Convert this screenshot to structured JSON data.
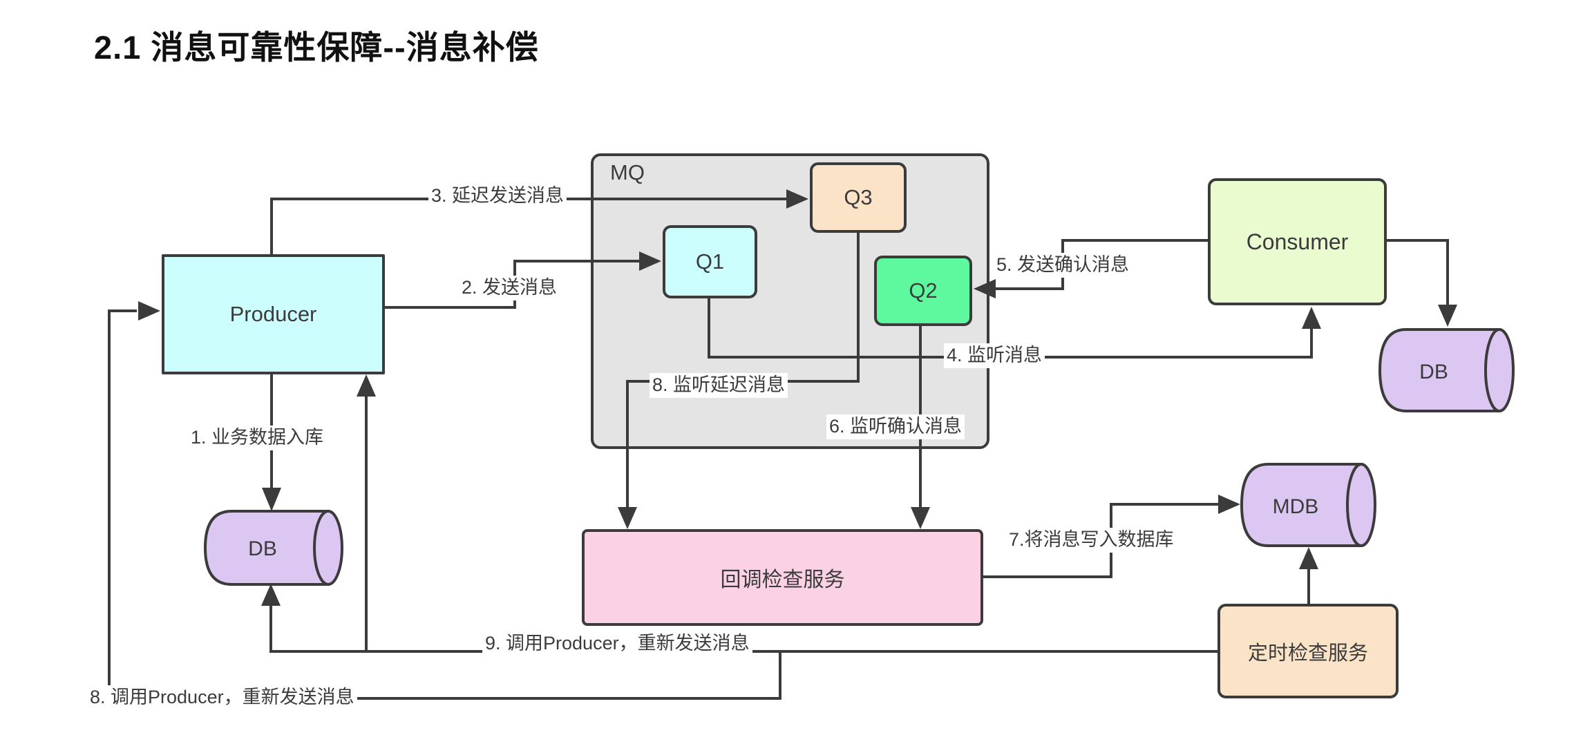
{
  "title": "2.1 消息可靠性保障--消息补偿",
  "colors": {
    "stroke": "#3b3b3b",
    "cyan": "#ccfefe",
    "gray": "#e4e4e4",
    "peach": "#fbe3c7",
    "green": "#5ef99e",
    "lime": "#e9fbcf",
    "pink": "#fbd2e3",
    "purple": "#dcc7f3",
    "label_text": "#3b3b3b",
    "title_text": "#111111"
  },
  "nodes": {
    "producer": {
      "label": "Producer"
    },
    "mq": {
      "label": "MQ"
    },
    "q1": {
      "label": "Q1"
    },
    "q2": {
      "label": "Q2"
    },
    "q3": {
      "label": "Q3"
    },
    "consumer": {
      "label": "Consumer"
    },
    "db_producer": {
      "label": "DB"
    },
    "db_consumer": {
      "label": "DB"
    },
    "mdb": {
      "label": "MDB"
    },
    "callback_service": {
      "label": "回调检查服务"
    },
    "timer_service": {
      "label": "定时检查服务"
    }
  },
  "edges": {
    "e1": {
      "label": "1. 业务数据入库"
    },
    "e2": {
      "label": "2. 发送消息"
    },
    "e3": {
      "label": "3. 延迟发送消息"
    },
    "e4": {
      "label": "4. 监听消息"
    },
    "e5": {
      "label": "5. 发送确认消息"
    },
    "e6": {
      "label": "6. 监听确认消息"
    },
    "e7": {
      "label": "7.将消息写入数据库"
    },
    "e8_listen": {
      "label": "8. 监听延迟消息"
    },
    "e8_call": {
      "label": "8. 调用Producer，重新发送消息"
    },
    "e9_call": {
      "label": "9. 调用Producer，重新发送消息"
    }
  }
}
